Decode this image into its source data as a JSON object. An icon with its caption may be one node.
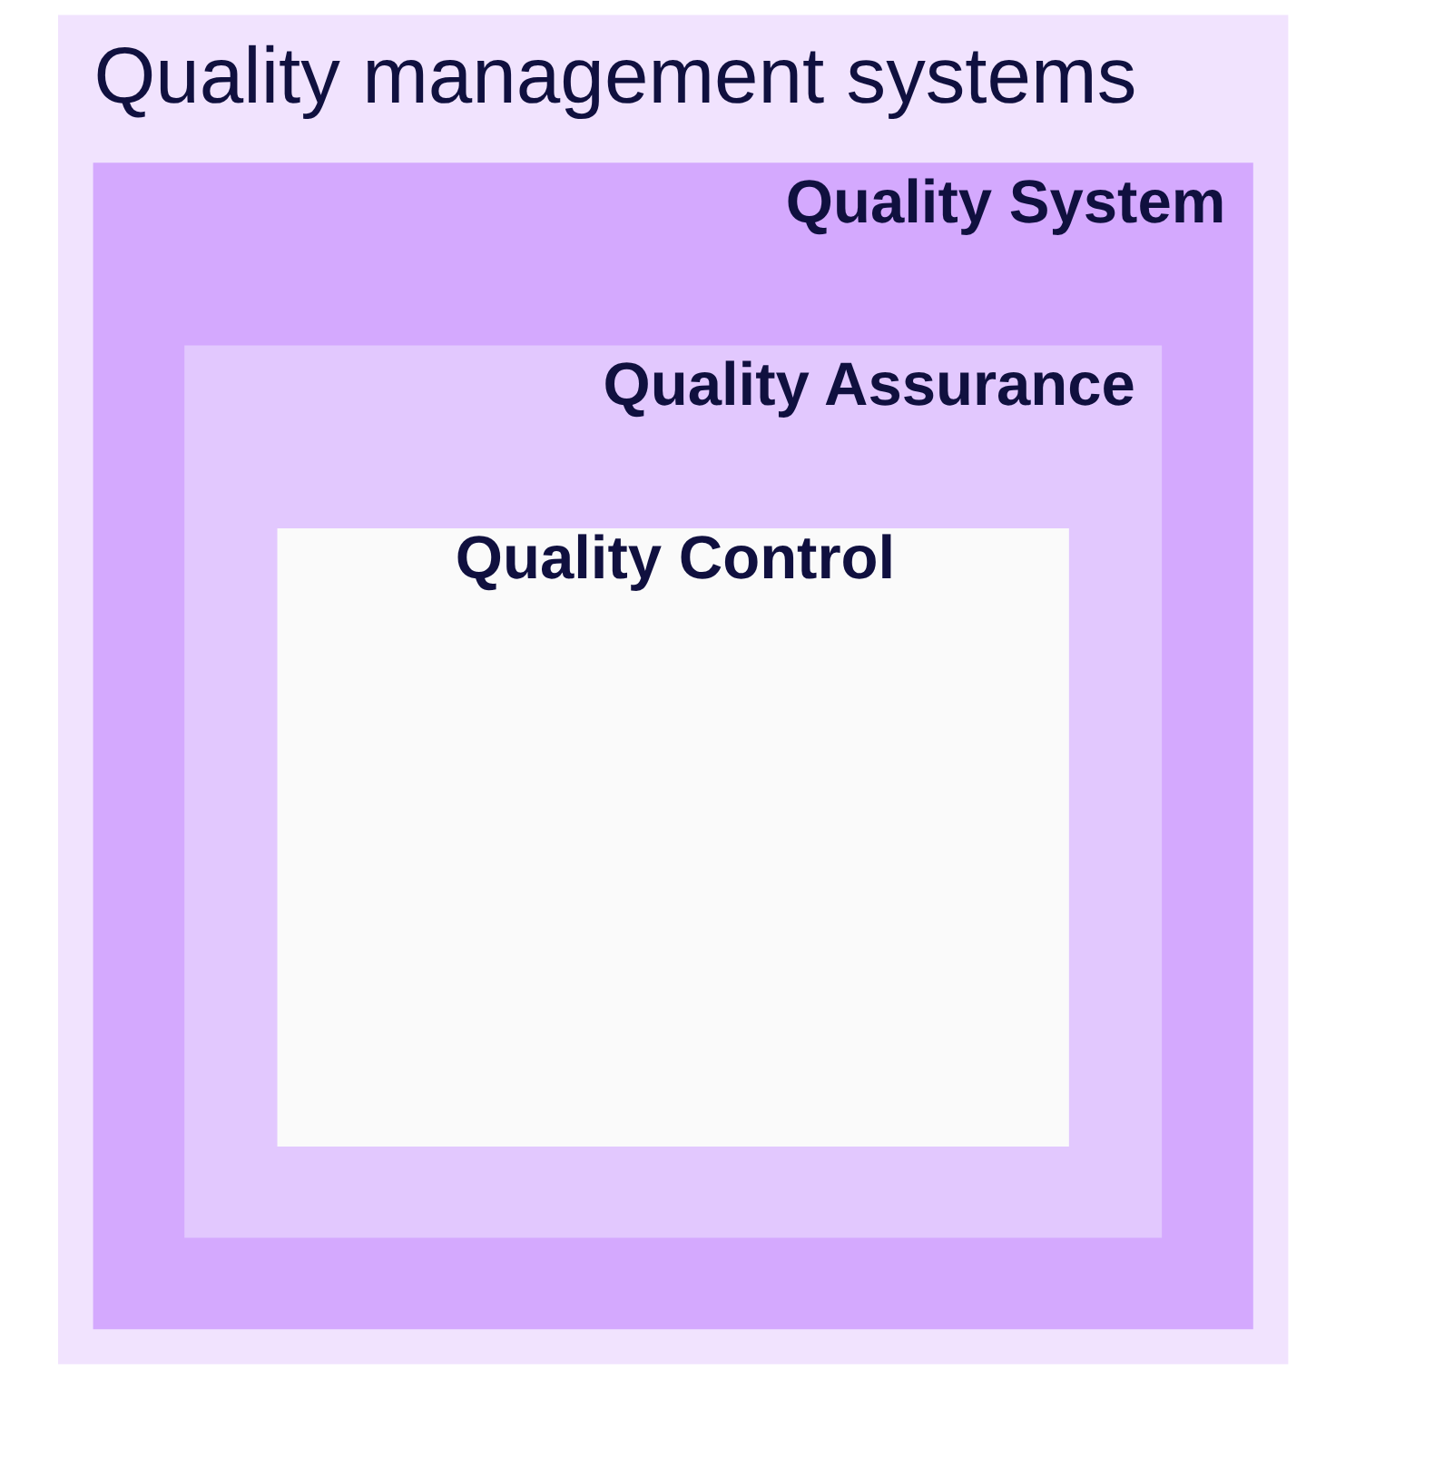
{
  "diagram": {
    "title": "Quality management systems",
    "nodes": [
      {
        "text": [
          "Quality System"
        ]
      },
      {
        "text": [
          "Quality Assurance"
        ],
        "in": 0
      },
      {
        "text": [
          "Quality Control"
        ],
        "in": 1
      }
    ]
  }
}
